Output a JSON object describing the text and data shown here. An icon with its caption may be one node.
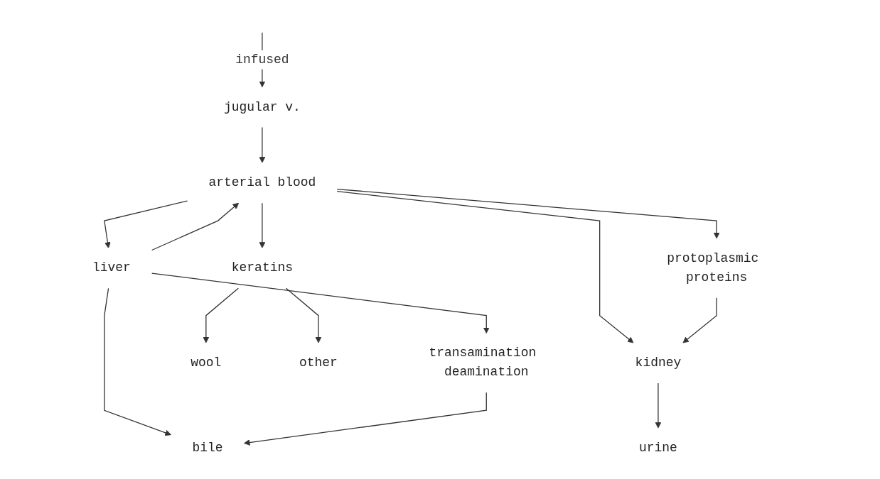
{
  "diagram": {
    "nodes": [
      {
        "text": [
          "jugular v."
        ]
      },
      {
        "text": [
          "arterial blood"
        ]
      },
      {
        "text": [
          "liver"
        ]
      },
      {
        "text": [
          "keratins"
        ]
      },
      {
        "text": [
          "transamination deamination"
        ]
      },
      {
        "text": [
          "bile"
        ]
      },
      {
        "text": [
          "wool"
        ]
      },
      {
        "text": [
          "other"
        ]
      },
      {
        "text": [
          "protoplasmic proteins"
        ]
      },
      {
        "text": [
          "kidney"
        ]
      },
      {
        "text": [
          "urine"
        ]
      }
    ],
    "edges": [
      {
        "from": null,
        "to": 0,
        "arrow": "to",
        "label": "infused"
      },
      {
        "from": 0,
        "to": 1,
        "arrow": "to"
      },
      {
        "from": 1,
        "to": 2,
        "arrow": "to"
      },
      {
        "from": 2,
        "to": 1,
        "arrow": "to"
      },
      {
        "from": 1,
        "to": 9,
        "arrow": "to"
      },
      {
        "from": 1,
        "to": 8,
        "arrow": "to"
      },
      {
        "from": 1,
        "to": 3,
        "arrow": "to"
      },
      {
        "from": 2,
        "to": 4,
        "arrow": "to"
      },
      {
        "from": 2,
        "to": 5,
        "arrow": "to"
      },
      {
        "from": 4,
        "to": 5,
        "arrow": "to"
      },
      {
        "from": 3,
        "to": 6,
        "arrow": "to"
      },
      {
        "from": 3,
        "to": 7,
        "arrow": "to"
      },
      {
        "from": 8,
        "to": 9,
        "arrow": "to"
      },
      {
        "from": 9,
        "to": 10,
        "arrow": "to"
      }
    ]
  }
}
